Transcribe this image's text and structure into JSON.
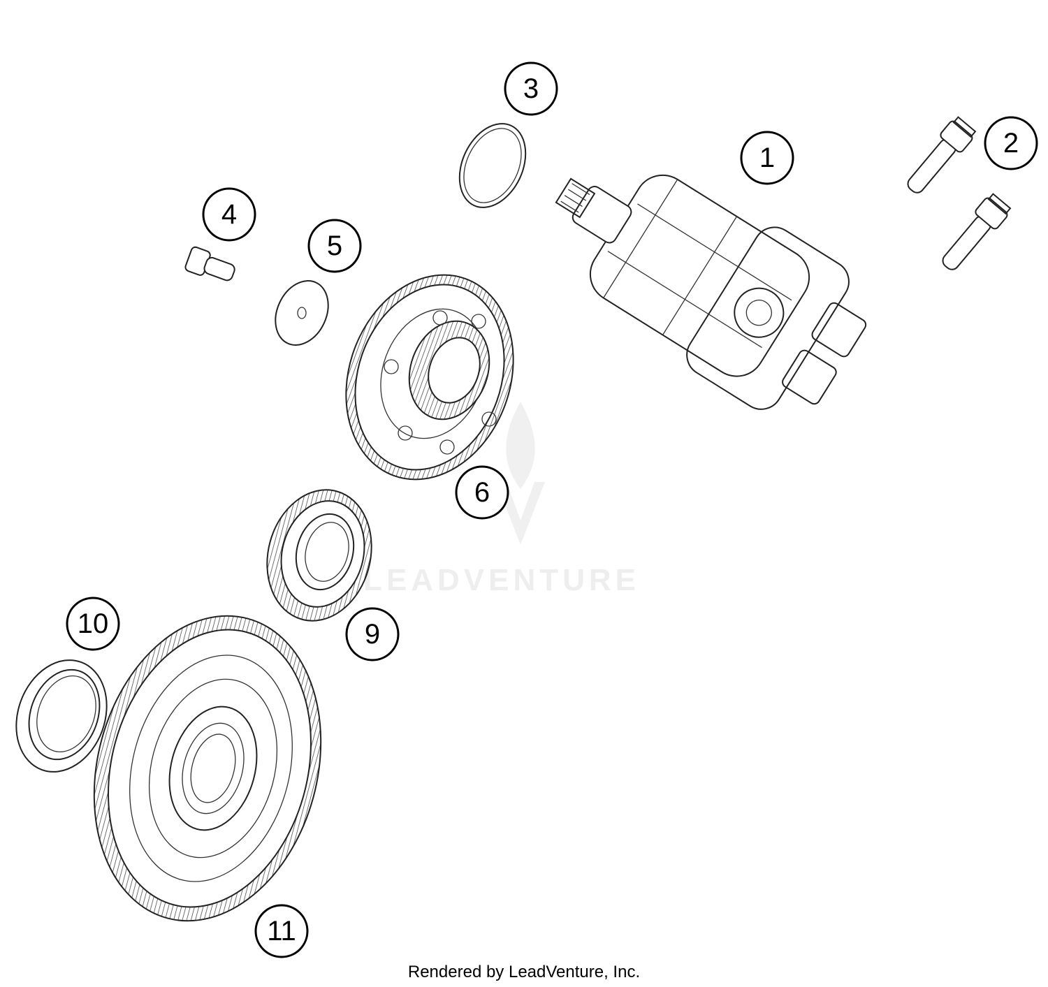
{
  "watermark": {
    "text": "LEADVENTURE"
  },
  "footer": {
    "text": "Rendered by LeadVenture, Inc."
  },
  "callouts": [
    {
      "id": "1",
      "label": "1"
    },
    {
      "id": "2",
      "label": "2"
    },
    {
      "id": "3",
      "label": "3"
    },
    {
      "id": "4",
      "label": "4"
    },
    {
      "id": "5",
      "label": "5"
    },
    {
      "id": "6",
      "label": "6"
    },
    {
      "id": "9",
      "label": "9"
    },
    {
      "id": "10",
      "label": "10"
    },
    {
      "id": "11",
      "label": "11"
    }
  ],
  "colors": {
    "line": "#222222",
    "watermark": "#eeeeee",
    "background": "#ffffff"
  }
}
